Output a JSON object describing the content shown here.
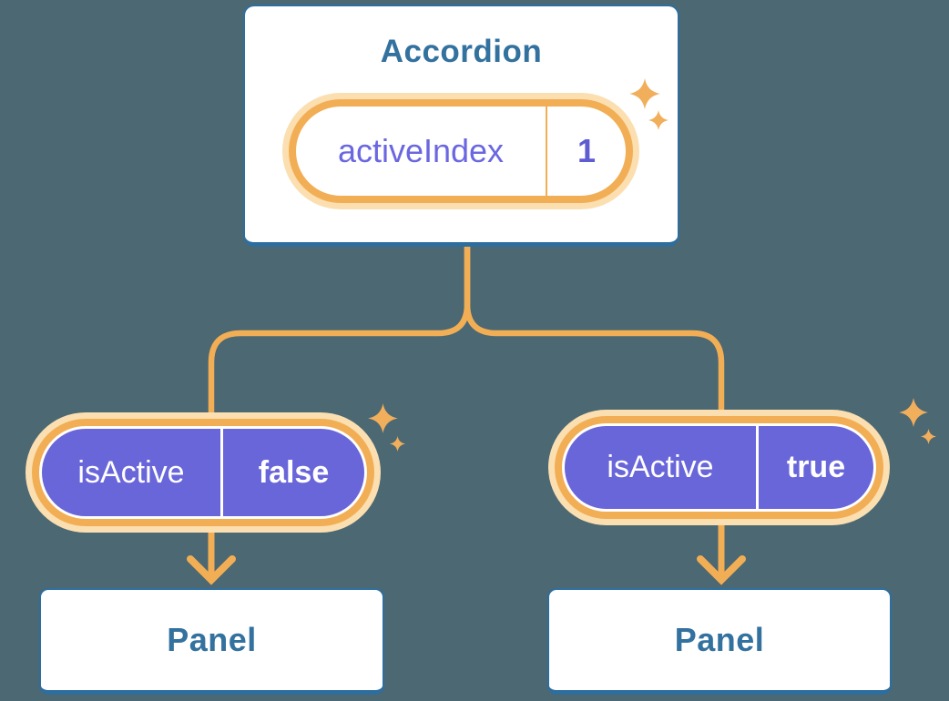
{
  "colors": {
    "background": "#4B6873",
    "card_border": "#2E6E9E",
    "heading_text": "#33719F",
    "orange_line": "#F2AE55",
    "orange_halo": "#FBDFB0",
    "purple_fill": "#6966DA",
    "purple_text": "#6A67E0",
    "white": "#FFFFFF",
    "sparkle": "#F1AE5B"
  },
  "icons": {
    "sparkle": "✦",
    "arrow_down": "↓"
  },
  "accordion": {
    "title": "Accordion",
    "state": {
      "name": "activeIndex",
      "value": "1"
    }
  },
  "children": [
    {
      "prop": {
        "name": "isActive",
        "value": "false"
      },
      "panel": {
        "label": "Panel"
      }
    },
    {
      "prop": {
        "name": "isActive",
        "value": "true"
      },
      "panel": {
        "label": "Panel"
      }
    }
  ]
}
